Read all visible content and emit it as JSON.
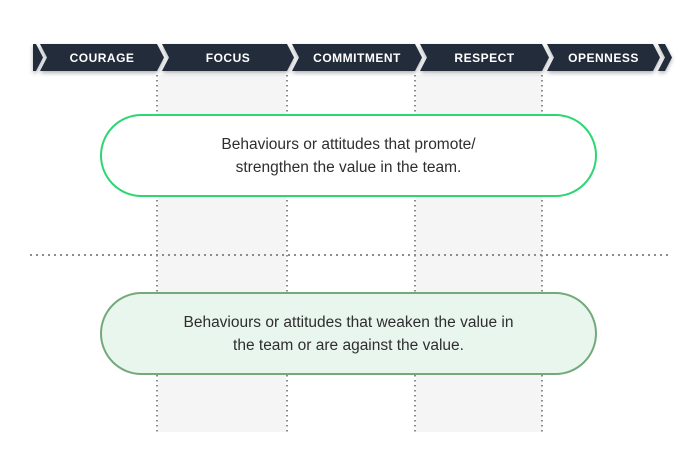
{
  "header": {
    "segments": [
      {
        "label": "COURAGE"
      },
      {
        "label": "FOCUS"
      },
      {
        "label": "COMMITMENT"
      },
      {
        "label": "RESPECT"
      },
      {
        "label": "OPENNESS"
      }
    ]
  },
  "cards": {
    "promote": {
      "line1": "Behaviours or attitudes that promote/",
      "line2": "strengthen the value in the team."
    },
    "weaken": {
      "line1": "Behaviours or attitudes that weaken the value in",
      "line2": "the team or are against the value."
    }
  },
  "colors": {
    "navy": "#222c3a",
    "green-bright": "#2ed573",
    "green-muted": "#74a97c",
    "card-promote-bg": "#ffffff",
    "card-weaken-bg": "#e9f6ed",
    "column-shade": "#f5f5f5",
    "dotted-line": "#8c8c8c",
    "header-text": "#ffffff",
    "body-text": "#2e2e2e"
  }
}
